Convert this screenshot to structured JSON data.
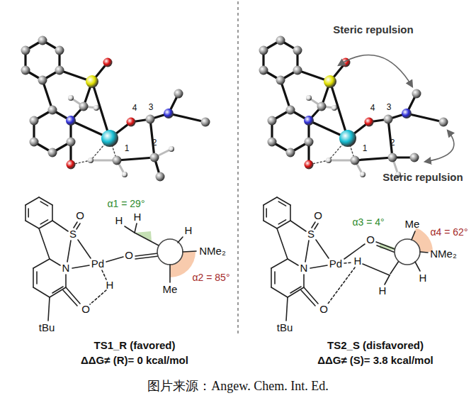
{
  "diagram": {
    "caption": "图片来源：Angew. Chem. Int. Ed.",
    "labels": [
      "4",
      "3",
      "1",
      "2",
      "Steric repulsion",
      "4",
      "3",
      "1",
      "2",
      "Steric repulsion",
      "S",
      "O",
      "N",
      "Pd",
      "O",
      "H",
      "O",
      "tBu",
      "α1 = 29°",
      "H",
      "H",
      "H",
      "NMe₂",
      "α2 = 85°",
      "Me",
      "TS1_R (favored)",
      "ΔΔG≠ (R)= 0 kcal/mol",
      "S",
      "O",
      "N",
      "Pd",
      "H",
      "O",
      "α3 = 4°",
      "Me",
      "α4 = 62°",
      "NMe₂",
      "H",
      "H",
      "O",
      "tBu",
      "TS2_S (disfavored)",
      "ΔΔG≠ (S)= 3.8 kcal/mol"
    ]
  }
}
